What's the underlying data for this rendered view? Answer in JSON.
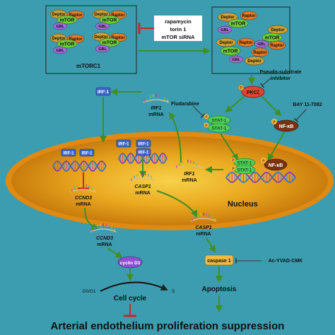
{
  "mtorc1_label": "mTORC1",
  "inhibitors": {
    "line1": "rapamycin",
    "line2": "torin 1",
    "line3": "mTOR siRNA"
  },
  "complex": {
    "deptor": "Deptor",
    "raptor": "Raptor",
    "mtor": "mTOR",
    "gbl": "GBL"
  },
  "pkc": {
    "label": "PKCζ",
    "phospho": "P",
    "inhibitor_line1": "Pseudo-substrate",
    "inhibitor_line2": "inhibitor"
  },
  "stat": {
    "label": "STAT-1",
    "inhibitor": "Fludarabine"
  },
  "nfkb": {
    "label": "NF-κB",
    "inhibitor": "BAY 11-7082"
  },
  "irf1": {
    "protein": "IRF-1",
    "mrna_top": "IRF1",
    "mrna_bottom": "mRNA"
  },
  "nucleus_label": "Nucleus",
  "ccnd3": {
    "gene": "CCND3",
    "mrna": "mRNA"
  },
  "casp1": {
    "gene": "CASP1",
    "mrna": "mRNA"
  },
  "cyclin": "cyclin D3",
  "caspase": "caspase 1",
  "caspase_inhibitor": "Ac-YVAD-CMK",
  "cell_cycle": {
    "label": "Cell cycle",
    "start": "G0/G1",
    "end": "S"
  },
  "apoptosis": "Apoptosis",
  "footer": "Arterial endothelium proliferation suppression",
  "colors": {
    "background": "#3c9db0",
    "arrow": "#3f8f22",
    "inhibition": "#c62828",
    "deptor": "#cfa030",
    "raptor": "#e87a1e",
    "mtor": "#6fcf3a",
    "gbl": "#a46ad6",
    "irf1": "#3c66c9",
    "stat": "#4ecf57",
    "nfkb": "#7b3210",
    "pkc": "#e0452f",
    "cyclin": "#8e4fd1",
    "caspase": "#f0b845"
  }
}
